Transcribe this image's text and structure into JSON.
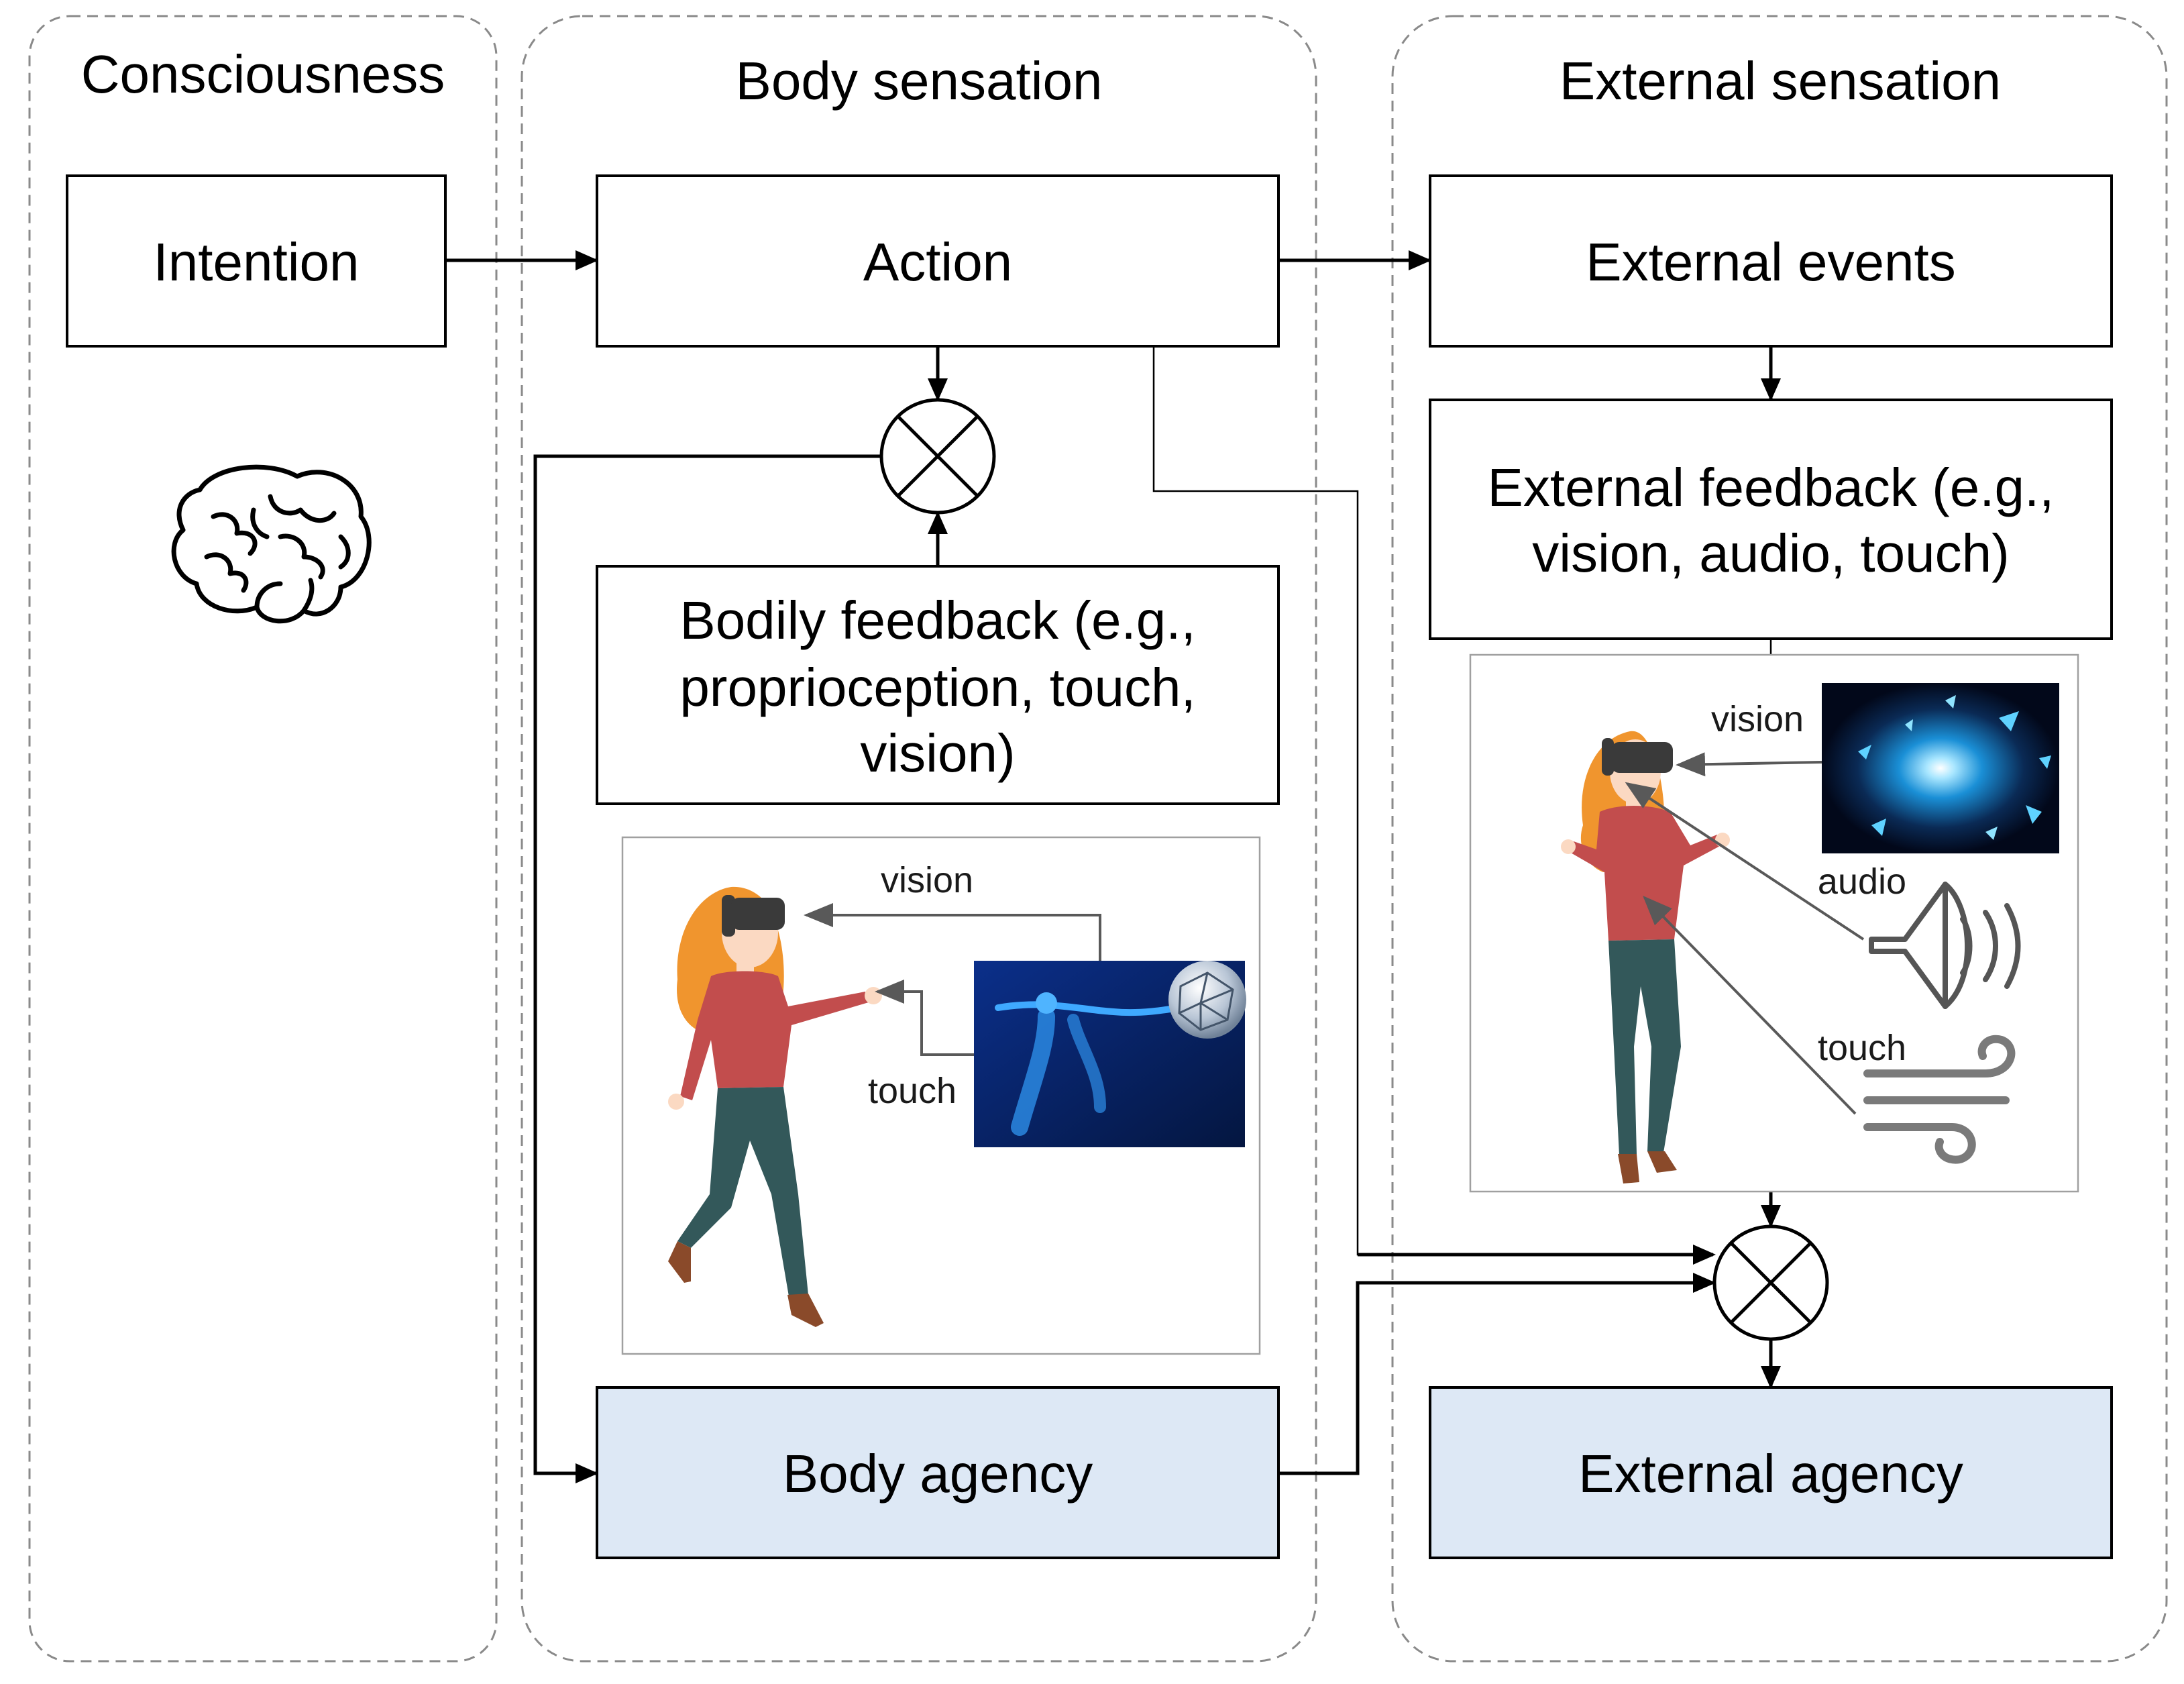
{
  "lanes": {
    "consciousness": "Consciousness",
    "body": "Body sensation",
    "external": "External sensation"
  },
  "boxes": {
    "intention": "Intention",
    "action": "Action",
    "external_events": "External events",
    "external_feedback": [
      "External feedback (e.g.,",
      "vision, audio, touch)"
    ],
    "bodily_feedback": [
      "Bodily feedback (e.g.,",
      "proprioception, touch,",
      "vision)"
    ],
    "body_agency": "Body agency",
    "external_agency": "External agency"
  },
  "illustration_labels": {
    "body_vision": "vision",
    "body_touch": "touch",
    "external_vision": "vision",
    "external_audio": "audio",
    "external_touch": "touch"
  },
  "icons": [
    "brain-icon",
    "speaker-icon",
    "wind-icon",
    "vr-person-illustration",
    "particle-burst-image",
    "hologram-image"
  ],
  "colors": {
    "agency_fill": "#dde8f5",
    "hair": "#f0952e",
    "shirt": "#c24d4d",
    "pants": "#33585a",
    "headset": "#3a3a3a"
  }
}
